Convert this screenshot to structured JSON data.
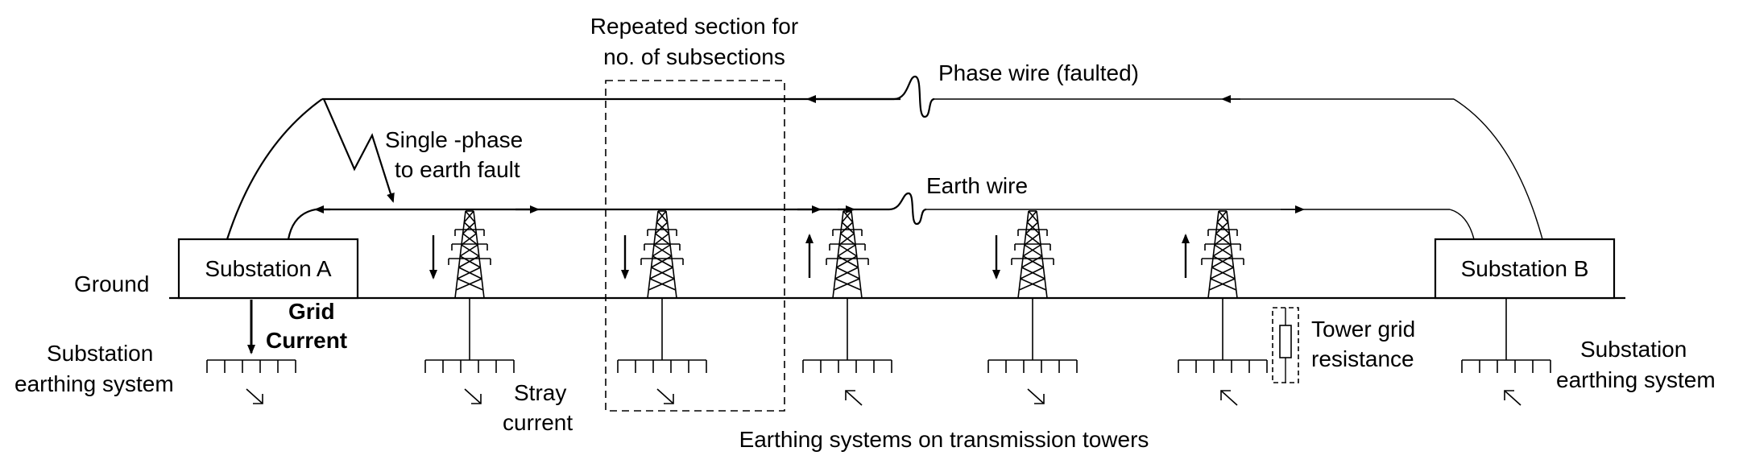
{
  "labels": {
    "repeated_section_line1": "Repeated section for",
    "repeated_section_line2": "no. of subsections",
    "phase_wire": "Phase wire (faulted)",
    "single_phase_line1": "Single -phase",
    "single_phase_line2": "to earth fault",
    "earth_wire": "Earth wire",
    "ground": "Ground",
    "substation_a": "Substation A",
    "substation_b": "Substation B",
    "grid_current_line1": "Grid",
    "grid_current_line2": "Current",
    "substation_earthing_left_line1": "Substation",
    "substation_earthing_left_line2": "earthing system",
    "substation_earthing_right_line1": "Substation",
    "substation_earthing_right_line2": "earthing system",
    "stray_current_line1": "Stray",
    "stray_current_line2": "current",
    "tower_grid_resistance_line1": "Tower grid",
    "tower_grid_resistance_line2": "resistance",
    "earthing_systems_towers": "Earthing systems on transmission towers"
  },
  "colors": {
    "line": "#000000",
    "background": "#ffffff"
  }
}
